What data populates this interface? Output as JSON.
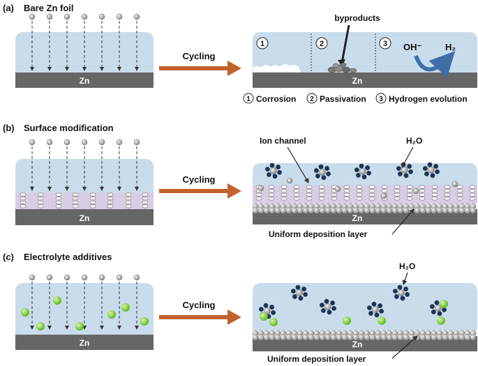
{
  "panels": {
    "a": {
      "tag": "(a)",
      "title": "Bare Zn foil",
      "zn_label": "Zn",
      "arrow_label": "Cycling",
      "byproducts_label": "byproducts",
      "hydroxide_label": "OH⁻",
      "hydrogen_label": "H₂",
      "zone_numbers": [
        "1",
        "2",
        "3"
      ],
      "legend": [
        {
          "num": "1",
          "text": "Corrosion"
        },
        {
          "num": "2",
          "text": "Passivation"
        },
        {
          "num": "3",
          "text": "Hydrogen evolution"
        }
      ]
    },
    "b": {
      "tag": "(b)",
      "title": "Surface modification",
      "zn_label": "Zn",
      "arrow_label": "Cycling",
      "ion_channel_label": "Ion channel",
      "water_label": "H₂O",
      "deposition_label": "Uniform deposition layer"
    },
    "c": {
      "tag": "(c)",
      "title": "Electrolyte additives",
      "zn_label": "Zn",
      "arrow_label": "Cycling",
      "water_label": "H₂O",
      "deposition_label": "Uniform deposition layer"
    }
  },
  "colors": {
    "electrolyte": "#c9dcec",
    "zinc": "#666666",
    "arrow": "#c0622a",
    "coating": "#d9cde6",
    "additive": "#8fd24a",
    "water_dot": "#1f3553",
    "ion": "#a5a5a5",
    "curve_arrow": "#4a78b0"
  }
}
